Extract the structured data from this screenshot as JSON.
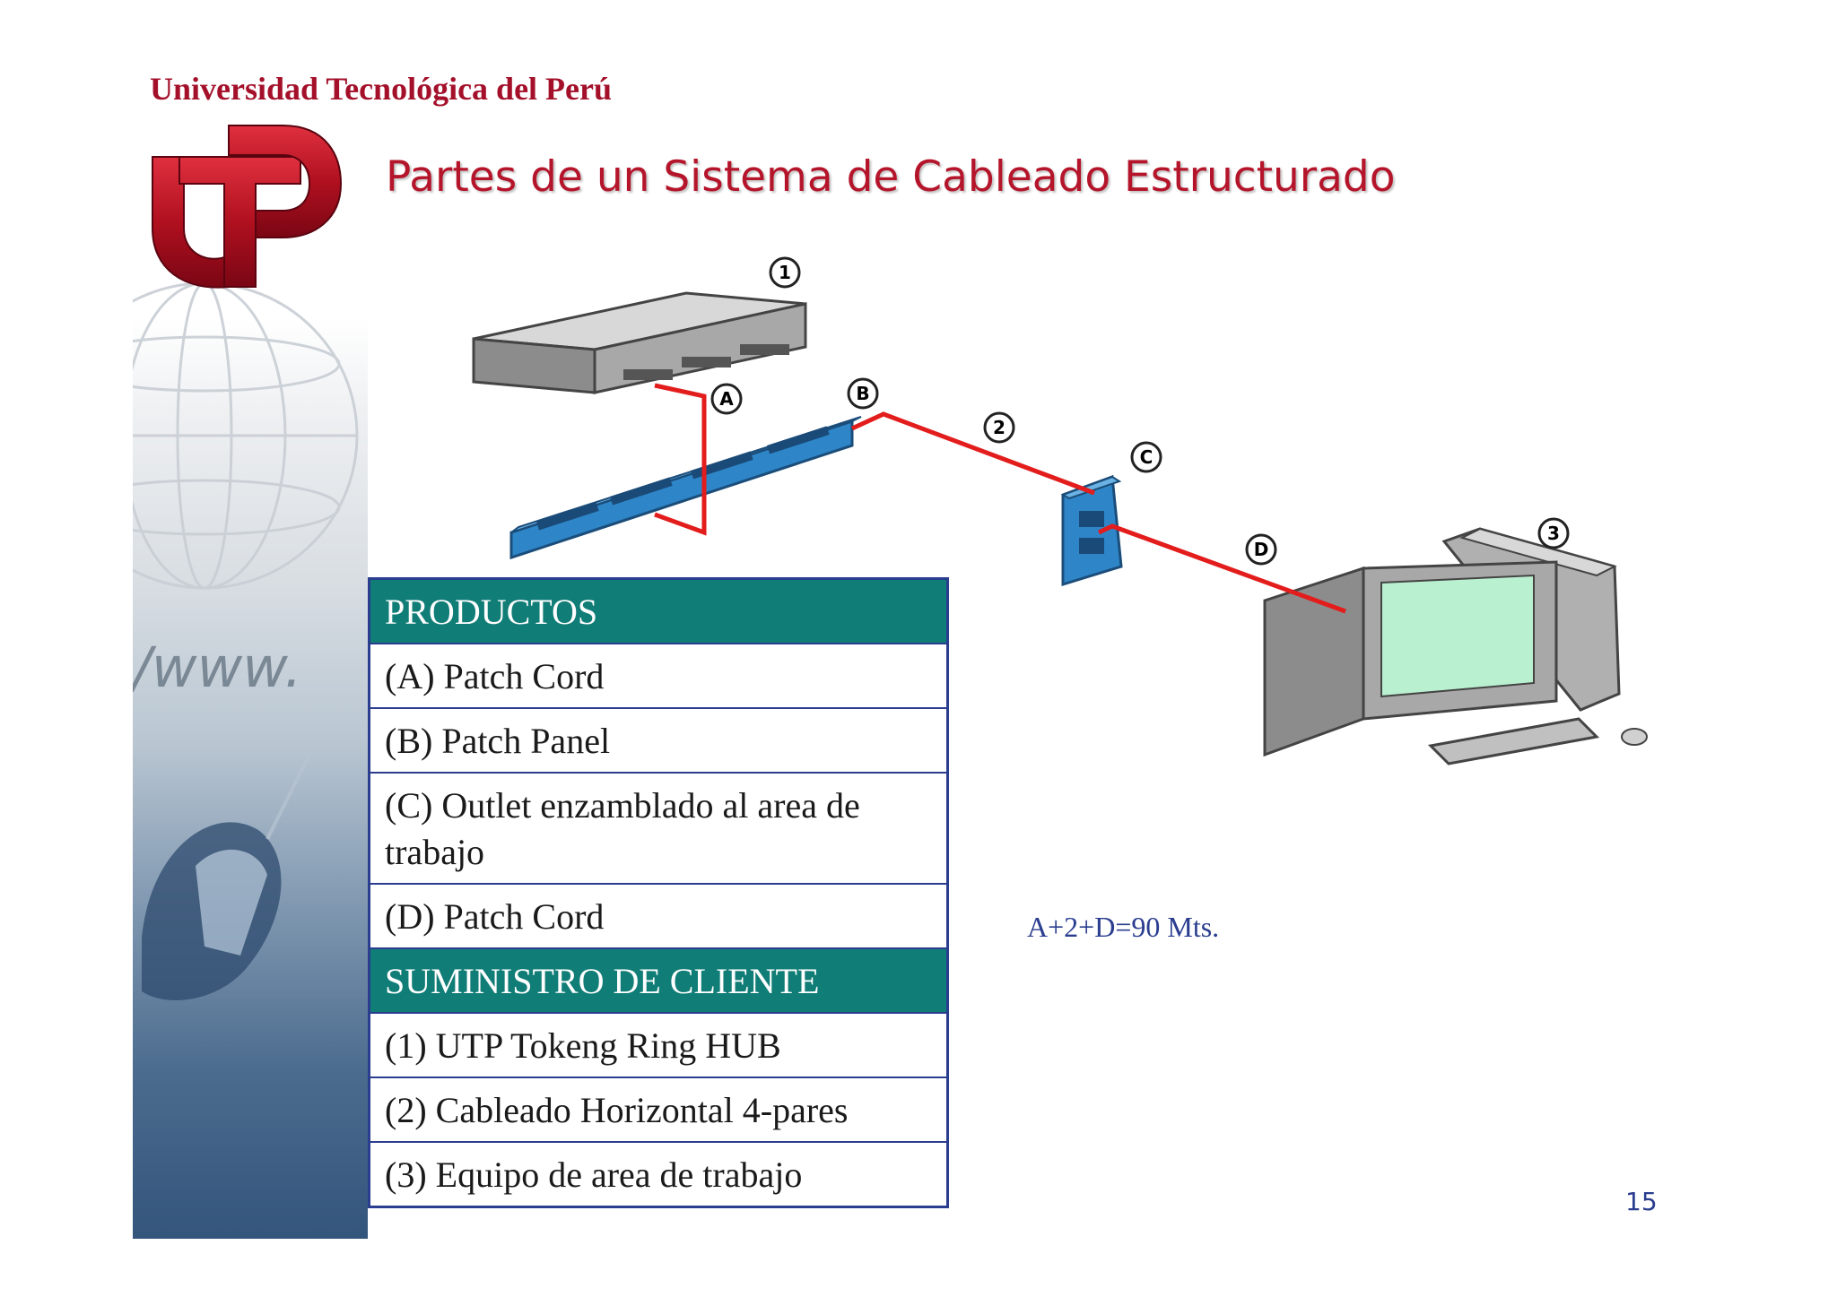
{
  "header": {
    "university": "Universidad Tecnológica del Perú",
    "title": "Partes de un Sistema de Cableado Estructurado"
  },
  "diagram": {
    "markers": [
      "1",
      "A",
      "B",
      "2",
      "C",
      "D",
      "3"
    ],
    "colors": {
      "cable": "#e31c1c",
      "panel": "#2e86c8",
      "device": "#9a9a9a",
      "screen": "#b9f0cf"
    },
    "icons": [
      "hub-icon",
      "patch-panel-icon",
      "wall-outlet-icon",
      "computer-icon"
    ]
  },
  "table": {
    "rows": [
      {
        "text": "PRODUCTOS",
        "header": true
      },
      {
        "text": "(A) Patch Cord"
      },
      {
        "text": "(B) Patch  Panel"
      },
      {
        "text": "(C) Outlet enzamblado al area de trabajo"
      },
      {
        "text": "(D) Patch Cord"
      },
      {
        "text": "SUMINISTRO DE CLIENTE",
        "header": true
      },
      {
        "text": "(1) UTP Tokeng Ring HUB"
      },
      {
        "text": "(2) Cableado Horizontal 4-pares"
      },
      {
        "text": "(3) Equipo de area de trabajo"
      }
    ]
  },
  "formula": "A+2+D=90 Mts.",
  "page_number": "15",
  "colors": {
    "brand_red": "#a4102a",
    "title_red": "#b5152b",
    "table_header": "#117d77",
    "table_border": "#2a3d8f"
  }
}
